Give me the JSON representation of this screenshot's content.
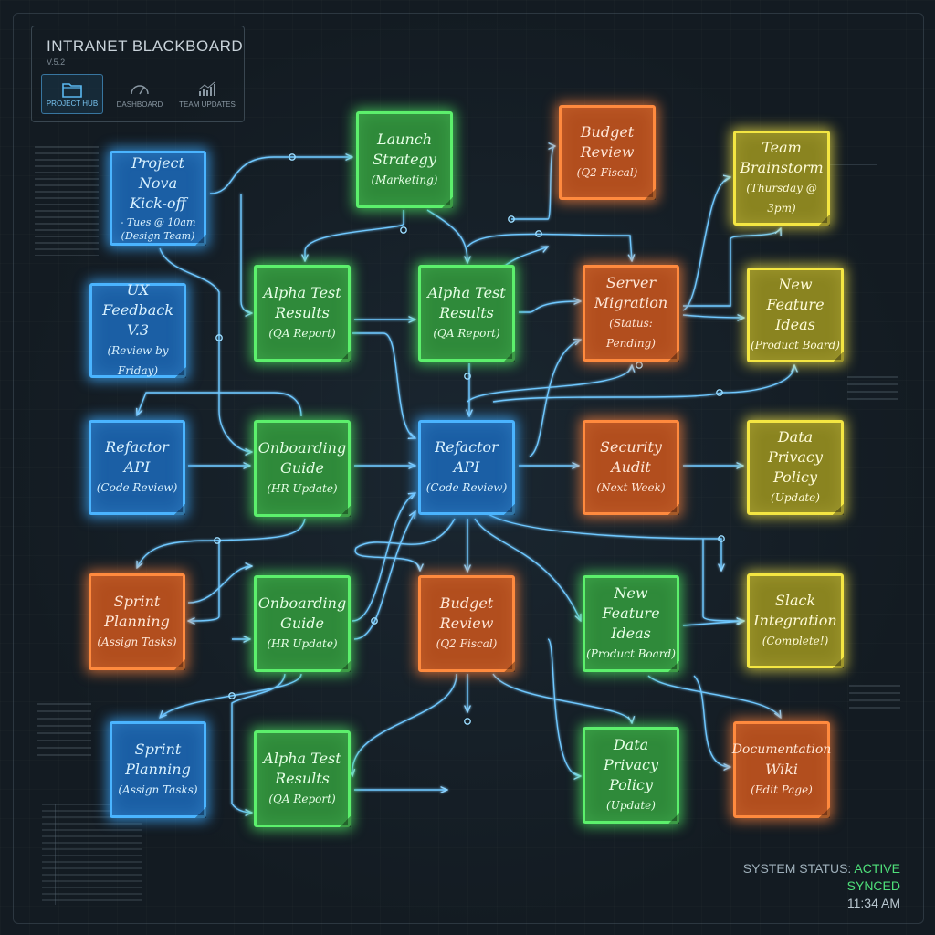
{
  "app": {
    "title": "INTRANET BLACKBOARD",
    "version": "V.5.2"
  },
  "nav": {
    "items": [
      {
        "label": "PROJECT HUB",
        "icon": "folder-icon",
        "active": true
      },
      {
        "label": "DASHBOARD",
        "icon": "gauge-icon",
        "active": false
      },
      {
        "label": "TEAM UPDATES",
        "icon": "bar-chart-icon",
        "active": false
      }
    ]
  },
  "colors": {
    "blue": "#4ab4ff",
    "green": "#5cf06c",
    "orange": "#ff8a3e",
    "yellow": "#f4e642",
    "wire": "#6fc8ff",
    "status_ok": "#4fe07a"
  },
  "notes": [
    {
      "id": "n1",
      "color": "blue",
      "line1": "Project Nova",
      "line2": "Kick-off",
      "line3": "- Tues @ 10am (Design Team)"
    },
    {
      "id": "n2",
      "color": "green",
      "line1": "Launch",
      "line2": "Strategy",
      "line3": "(Marketing)"
    },
    {
      "id": "n3",
      "color": "orange",
      "line1": "Budget",
      "line2": "Review",
      "line3": "(Q2 Fiscal)"
    },
    {
      "id": "n4",
      "color": "yellow",
      "line1": "Team",
      "line2": "Brainstorm",
      "line3": "(Thursday @ 3pm)"
    },
    {
      "id": "n5",
      "color": "blue",
      "line1": "UX Feedback",
      "line2": "V.3",
      "line3": "(Review by Friday)"
    },
    {
      "id": "n6",
      "color": "green",
      "line1": "Alpha Test",
      "line2": "Results",
      "line3": "(QA Report)"
    },
    {
      "id": "n7",
      "color": "green",
      "line1": "Alpha Test",
      "line2": "Results",
      "line3": "(QA Report)"
    },
    {
      "id": "n8",
      "color": "orange",
      "line1": "Server",
      "line2": "Migration",
      "line3": "(Status: Pending)"
    },
    {
      "id": "n9",
      "color": "yellow",
      "line1": "New Feature",
      "line2": "Ideas",
      "line3": "(Product Board)"
    },
    {
      "id": "n10",
      "color": "blue",
      "line1": "Refactor",
      "line2": "API",
      "line3": "(Code Review)"
    },
    {
      "id": "n11",
      "color": "green",
      "line1": "Onboarding",
      "line2": "Guide",
      "line3": "(HR Update)"
    },
    {
      "id": "n12",
      "color": "blue",
      "line1": "Refactor",
      "line2": "API",
      "line3": "(Code Review)"
    },
    {
      "id": "n13",
      "color": "orange",
      "line1": "Security",
      "line2": "Audit",
      "line3": "(Next Week)"
    },
    {
      "id": "n14",
      "color": "yellow",
      "line1": "Data Privacy",
      "line2": "Policy",
      "line3": "(Update)"
    },
    {
      "id": "n15",
      "color": "orange",
      "line1": "Sprint",
      "line2": "Planning",
      "line3": "(Assign Tasks)"
    },
    {
      "id": "n16",
      "color": "green",
      "line1": "Onboarding",
      "line2": "Guide",
      "line3": "(HR Update)"
    },
    {
      "id": "n17",
      "color": "orange",
      "line1": "Budget",
      "line2": "Review",
      "line3": "(Q2 Fiscal)"
    },
    {
      "id": "n18",
      "color": "green",
      "line1": "New Feature",
      "line2": "Ideas",
      "line3": "(Product Board)"
    },
    {
      "id": "n19",
      "color": "yellow",
      "line1": "Slack",
      "line2": "Integration",
      "line3": "(Complete!)"
    },
    {
      "id": "n20",
      "color": "blue",
      "line1": "Sprint",
      "line2": "Planning",
      "line3": "(Assign Tasks)"
    },
    {
      "id": "n21",
      "color": "green",
      "line1": "Alpha Test",
      "line2": "Results",
      "line3": "(QA Report)"
    },
    {
      "id": "n22",
      "color": "green",
      "line1": "Data Privacy",
      "line2": "Policy",
      "line3": "(Update)"
    },
    {
      "id": "n23",
      "color": "orange",
      "line1": "Documentation",
      "line2": "Wiki",
      "line3": "(Edit Page)"
    }
  ],
  "status": {
    "label": "SYSTEM STATUS:",
    "state": "ACTIVE",
    "sync": "SYNCED",
    "time": "11:34 AM"
  }
}
